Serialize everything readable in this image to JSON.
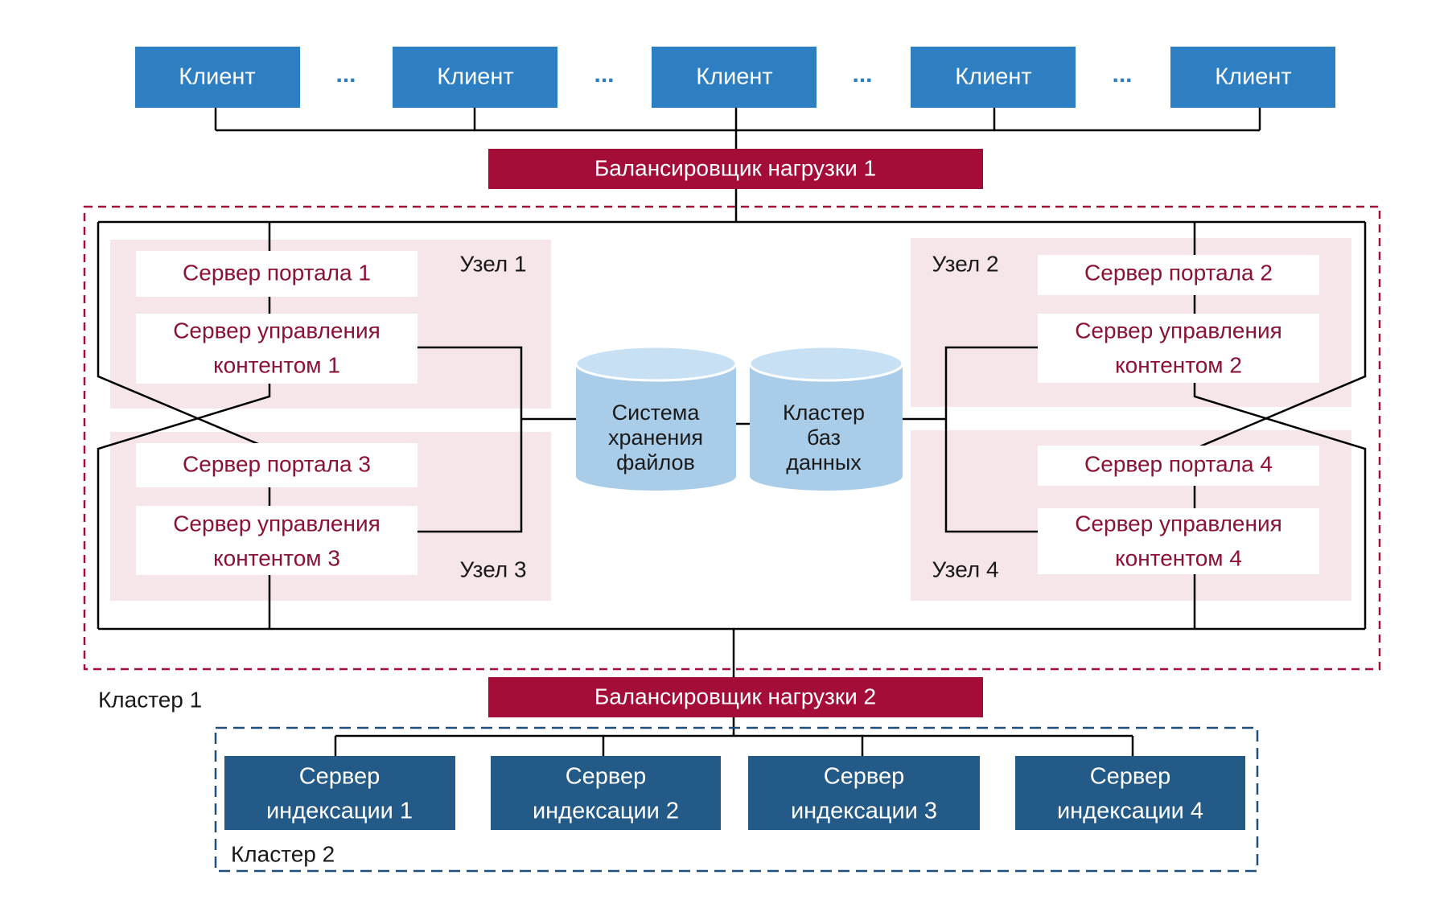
{
  "colors": {
    "client": "#2e7ec2",
    "load_balancer": "#a40d38",
    "node_panel": "#f7e6e9",
    "server_text": "#8b1233",
    "storage": "#a9cde8",
    "index_server": "#235a87",
    "cluster1_border": "#a40d38",
    "cluster2_border": "#1f4e79"
  },
  "clients": {
    "labels": [
      "Клиент",
      "Клиент",
      "Клиент",
      "Клиент",
      "Клиент"
    ],
    "separator": "..."
  },
  "load_balancer_1": {
    "label": "Балансировщик нагрузки 1"
  },
  "load_balancer_2": {
    "label": "Балансировщик нагрузки 2"
  },
  "cluster_1": {
    "label": "Кластер 1",
    "nodes": [
      {
        "label": "Узел 1",
        "portal": "Сервер портала 1",
        "cms": [
          "Сервер управления",
          "контентом 1"
        ]
      },
      {
        "label": "Узел 2",
        "portal": "Сервер портала 2",
        "cms": [
          "Сервер управления",
          "контентом 2"
        ]
      },
      {
        "label": "Узел 3",
        "portal": "Сервер портала 3",
        "cms": [
          "Сервер управления",
          "контентом 3"
        ]
      },
      {
        "label": "Узел 4",
        "portal": "Сервер портала 4",
        "cms": [
          "Сервер управления",
          "контентом 4"
        ]
      }
    ],
    "file_storage": [
      "Система",
      "хранения",
      "файлов"
    ],
    "db_cluster": [
      "Кластер",
      "баз",
      "данных"
    ]
  },
  "cluster_2": {
    "label": "Кластер 2",
    "index_servers": [
      [
        "Сервер",
        "индексации 1"
      ],
      [
        "Сервер",
        "индексации 2"
      ],
      [
        "Сервер",
        "индексации 3"
      ],
      [
        "Сервер",
        "индексации 4"
      ]
    ]
  }
}
